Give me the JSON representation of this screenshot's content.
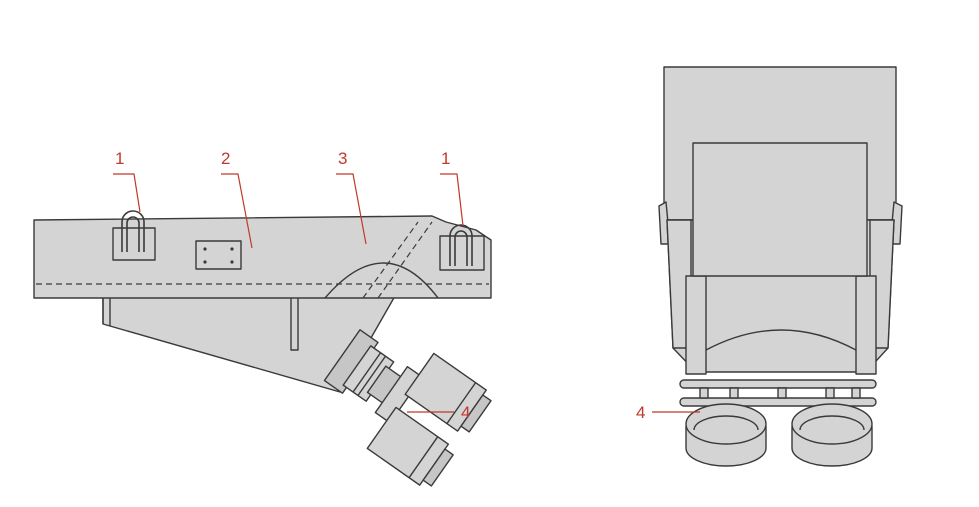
{
  "colors": {
    "fill": "#d4d4d4",
    "fill_dark": "#c6c6c6",
    "stroke": "#3a3a3a",
    "label": "#c0392b"
  },
  "side_view": {
    "labels": {
      "hook_left": "1",
      "trough": "2",
      "chute": "3",
      "hook_right": "1",
      "motor": "4"
    }
  },
  "front_view": {
    "labels": {
      "motor": "4"
    }
  }
}
